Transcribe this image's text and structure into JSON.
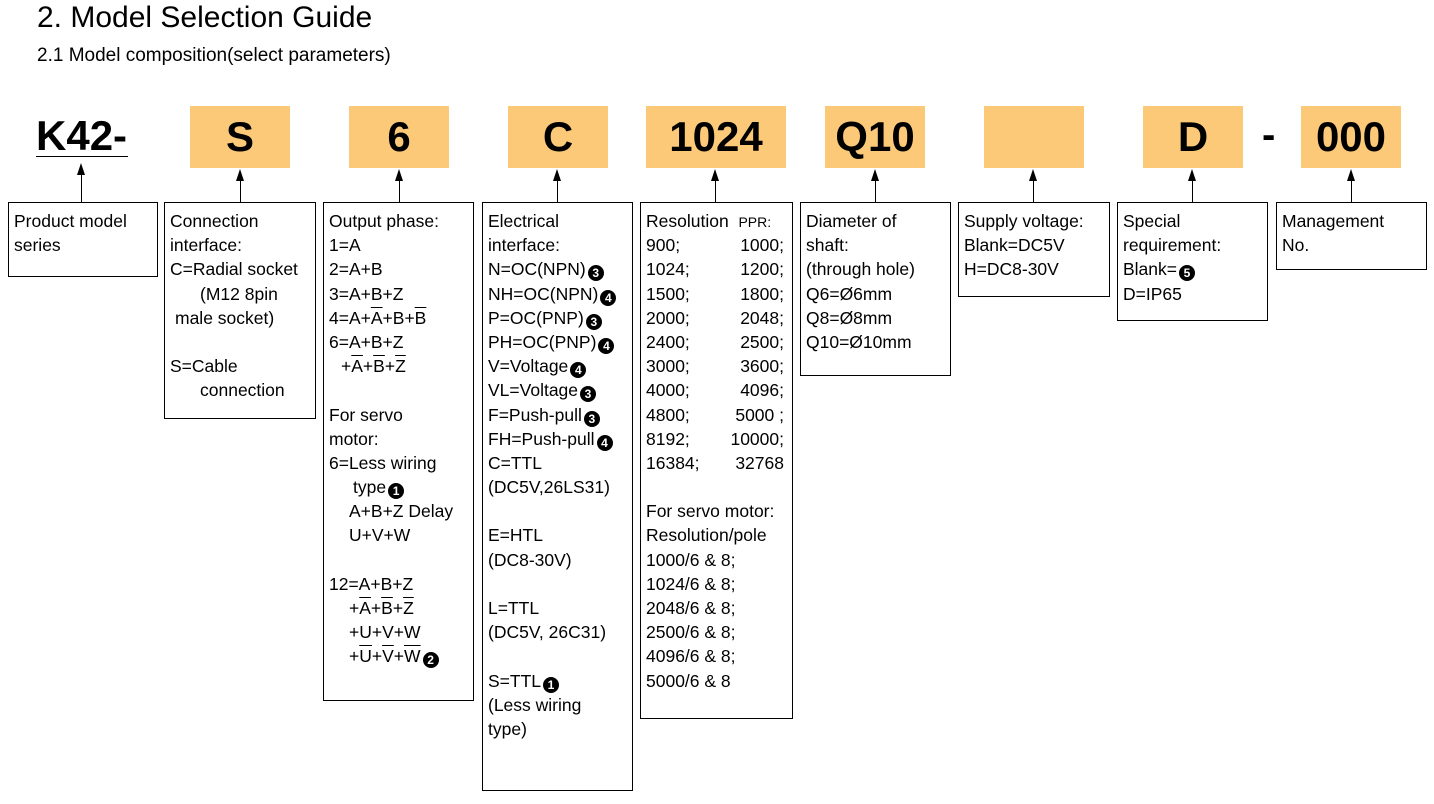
{
  "title": "2.  Model Selection Guide",
  "subtitle": "2.1  Model composition(select parameters)",
  "colors": {
    "code_box": "#fbc978"
  },
  "series_code": "K42-",
  "codes": [
    "S",
    "6",
    "C",
    "1024",
    "Q10",
    "",
    "D",
    "000"
  ],
  "dash": "-",
  "boxes": {
    "product": {
      "l1": "Product model",
      "l2": "series"
    },
    "connection": {
      "l1": "Connection",
      "l2": "interface:",
      "l3": "C=Radial socket",
      "l4": "(M12 8pin",
      "l5": "male socket)",
      "l6": "S=Cable",
      "l7": "connection"
    },
    "output": {
      "l1": "Output phase:",
      "l2": "1=A",
      "l3": "2=A+B",
      "l4": "3=A+B+Z",
      "p4a": "4=A+",
      "p4b": "A",
      "p4c": "+B+",
      "p4d": "B",
      "p6a": "6=A+B+Z",
      "p6b": "+",
      "p6c": "A",
      "p6d": "+",
      "p6e": "B",
      "p6f": "+",
      "p6g": "Z",
      "s1": "For servo",
      "s2": "motor:",
      "s3": "6=Less wiring",
      "s4": "type",
      "s5": "A+B+Z  Delay",
      "s6": "U+V+W",
      "t1": "12=A+B+Z",
      "t2a": "+",
      "t2b": "A",
      "t2c": "+",
      "t2d": "B",
      "t2e": "+",
      "t2f": "Z",
      "t3": "+U+V+W",
      "t4a": "+",
      "t4b": "U",
      "t4c": "+",
      "t4d": "V",
      "t4e": "+",
      "t4f": "W",
      "n1": "1",
      "n2": "2"
    },
    "electrical": {
      "l1": "Electrical",
      "l2": "interface:",
      "e1": "N=OC(NPN)",
      "e1n": "3",
      "e2": "NH=OC(NPN)",
      "e2n": "4",
      "e3": "P=OC(PNP)",
      "e3n": "3",
      "e4": "PH=OC(PNP)",
      "e4n": "4",
      "e5": "V=Voltage",
      "e5n": "4",
      "e6": "VL=Voltage",
      "e6n": "3",
      "e7": "F=Push-pull",
      "e7n": "3",
      "e8": "FH=Push-pull",
      "e8n": "4",
      "c1": "C=TTL",
      "c2": "(DC5V,26LS31)",
      "h1": "E=HTL",
      "h2": "(DC8-30V)",
      "t1": "L=TTL",
      "t2": "(DC5V, 26C31)",
      "s1": "S=TTL",
      "s1n": "1",
      "s2": "(Less wiring",
      "s3": "type)"
    },
    "resolution": {
      "head": "Resolution",
      "unit": "PPR:",
      "vals": [
        "900;",
        "1000;",
        "1024;",
        "1200;",
        "1500;",
        "1800;",
        "2000;",
        "2048;",
        "2400;",
        "2500;",
        "3000;",
        "3600;",
        "4000;",
        "4096;",
        "4800;",
        "5000 ;",
        "8192;",
        "10000;",
        "16384;",
        "32768"
      ],
      "servo1": "For servo motor:",
      "servo2": "Resolution/pole",
      "servo_vals": [
        "1000/6 & 8;",
        "1024/6 & 8;",
        "2048/6 & 8;",
        "2500/6 & 8;",
        "4096/6 & 8;",
        "5000/6 & 8"
      ]
    },
    "shaft": {
      "l1": "Diameter of",
      "l2": "shaft:",
      "l3": "(through hole)",
      "l4": "Q6=Ø6mm",
      "l5": "Q8=Ø8mm",
      "l6": "Q10=Ø10mm"
    },
    "voltage": {
      "l1": "Supply voltage:",
      "l2": "Blank=DC5V",
      "l3": "H=DC8-30V"
    },
    "special": {
      "l1": "Special",
      "l2": "requirement:",
      "l3": "Blank=",
      "l3n": "5",
      "l4": "D=IP65"
    },
    "management": {
      "l1": "Management",
      "l2": "No."
    }
  }
}
